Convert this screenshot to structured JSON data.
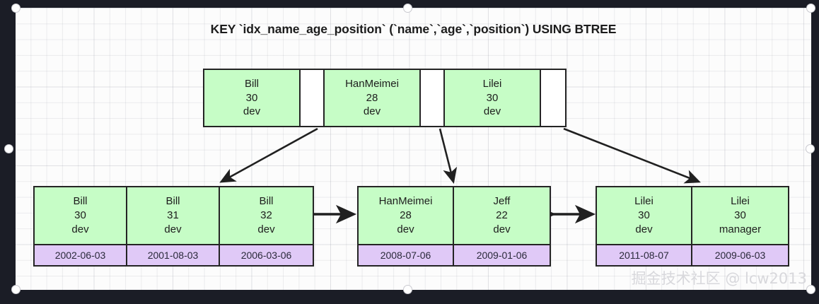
{
  "title": "KEY `idx_name_age_position` (`name`,`age`,`position`) USING BTREE",
  "watermark": "掘金技术社区 @ lcw2013",
  "colors": {
    "key_fill": "#c6fdc6",
    "date_fill": "#e0c9f7",
    "pointer_fill": "#ffffff",
    "stroke": "#242424",
    "canvas": "#fcfcfc",
    "backdrop": "#1b1d26"
  },
  "root": {
    "label": "root-node",
    "cells": [
      {
        "type": "data",
        "name": "Bill",
        "age": "30",
        "position": "dev"
      },
      {
        "type": "pointer"
      },
      {
        "type": "data",
        "name": "HanMeimei",
        "age": "28",
        "position": "dev"
      },
      {
        "type": "pointer"
      },
      {
        "type": "data",
        "name": "Lilei",
        "age": "30",
        "position": "dev"
      },
      {
        "type": "pointer"
      }
    ]
  },
  "leaves": [
    {
      "label": "leaf-node-1",
      "entries": [
        {
          "name": "Bill",
          "age": "30",
          "position": "dev",
          "date": "2002-06-03"
        },
        {
          "name": "Bill",
          "age": "31",
          "position": "dev",
          "date": "2001-08-03"
        },
        {
          "name": "Bill",
          "age": "32",
          "position": "dev",
          "date": "2006-03-06"
        }
      ]
    },
    {
      "label": "leaf-node-2",
      "entries": [
        {
          "name": "HanMeimei",
          "age": "28",
          "position": "dev",
          "date": "2008-07-06"
        },
        {
          "name": "Jeff",
          "age": "22",
          "position": "dev",
          "date": "2009-01-06"
        }
      ]
    },
    {
      "label": "leaf-node-3",
      "entries": [
        {
          "name": "Lilei",
          "age": "30",
          "position": "dev",
          "date": "2011-08-07"
        },
        {
          "name": "Lilei",
          "age": "30",
          "position": "manager",
          "date": "2009-06-03"
        }
      ]
    }
  ]
}
